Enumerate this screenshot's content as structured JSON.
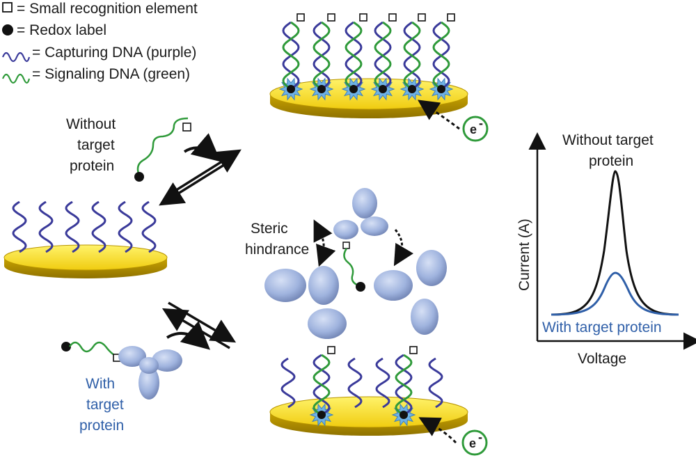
{
  "legend": {
    "square": "= Small recognition element",
    "dot": "= Redox label",
    "capturing": "= Capturing DNA (purple)",
    "signaling": "= Signaling DNA (green)"
  },
  "without_label": [
    "Without",
    "target",
    "protein"
  ],
  "with_label": [
    "With",
    "target",
    "protein"
  ],
  "steric_label": [
    "Steric",
    "hindrance"
  ],
  "electron_symbol": "e",
  "electron_sup": "-",
  "plot": {
    "curve_top_label": [
      "Without target",
      "protein"
    ],
    "curve_bottom_label": "With target protein",
    "ylabel": "Current (A)",
    "xlabel": "Voltage"
  },
  "colors": {
    "purple": "#3a3a9a",
    "green": "#2f9a3a",
    "gold": "#f2d21a",
    "protein": "#9fb3de",
    "blue_text": "#2f5fa8"
  }
}
